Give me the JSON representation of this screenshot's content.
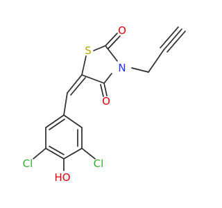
{
  "molecule": {
    "atoms": {
      "S1": {
        "symbol": "S",
        "color": "#b8a800"
      },
      "O1": {
        "symbol": "O",
        "color": "#e5000a"
      },
      "O2": {
        "symbol": "O",
        "color": "#e5000a"
      },
      "N1": {
        "symbol": "N",
        "color": "#1f33ff"
      },
      "Cl1": {
        "symbol": "Cl",
        "color": "#2fae2f"
      },
      "Cl2": {
        "symbol": "Cl",
        "color": "#2fae2f"
      },
      "OH": {
        "symbol": "HO",
        "color": "#e5000a"
      }
    },
    "bond_color": "#2b2b2b"
  }
}
